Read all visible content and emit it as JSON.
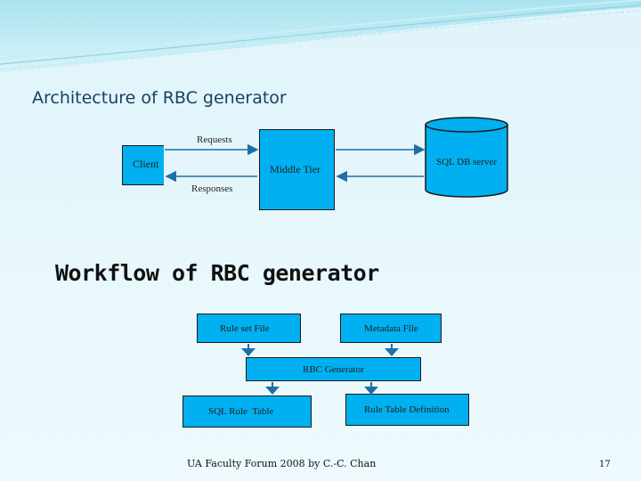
{
  "architecture": {
    "title": "Architecture of RBC generator",
    "client": "Client",
    "middle_tier": "Middle Tier",
    "db": "SQL DB server",
    "requests": "Requests",
    "responses": "Responses"
  },
  "workflow": {
    "title": "Workflow of RBC generator",
    "rule_set_file": "Rule set File",
    "metadata_file": "Metadata File",
    "rbc_generator": "RBC Generator",
    "sql_rule_table": "SQL Rule  Table",
    "rule_table_definition": "Rule Table Definition"
  },
  "footer": {
    "text": "UA Faculty Forum 2008 by C.-C. Chan",
    "page_number": "17"
  },
  "colors": {
    "box_fill": "#00b0f0",
    "db_fill": "#00b0f0",
    "arrow": "#1f6fa6",
    "line": "#1a1a1a"
  }
}
